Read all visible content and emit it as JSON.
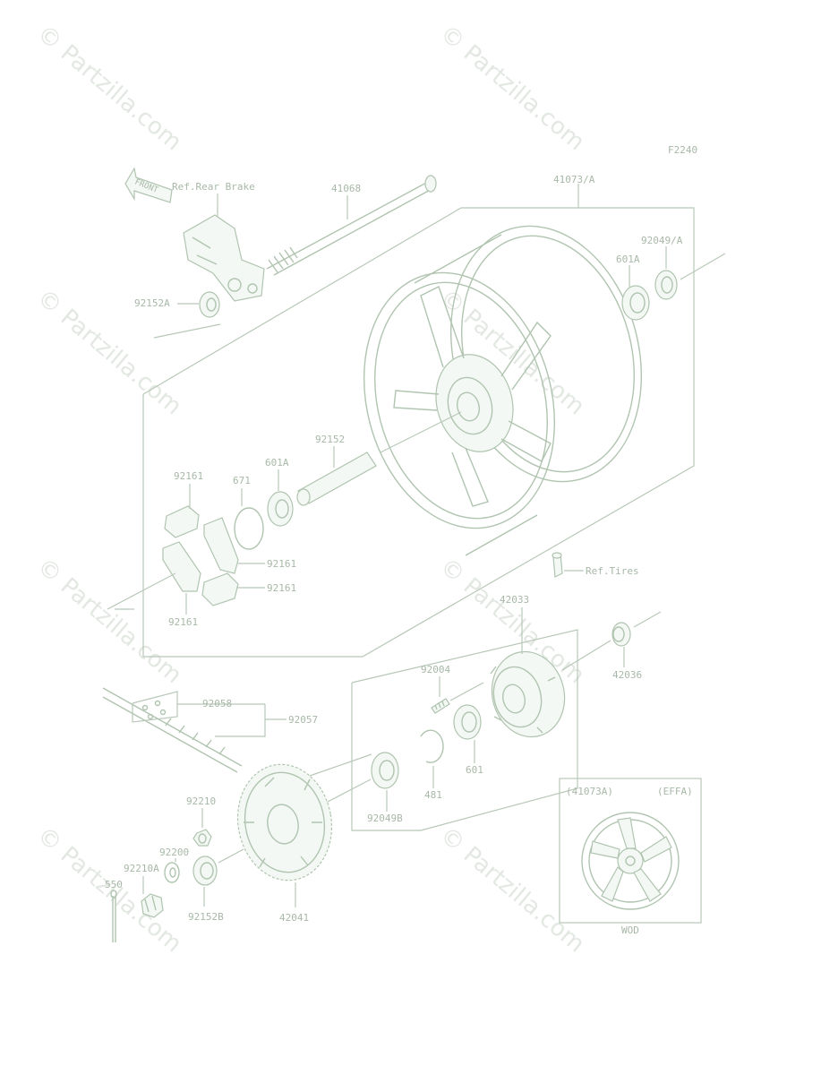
{
  "diagram_code": "F2240",
  "watermark": "© Partzilla.com",
  "front_label": "FRONT",
  "ref_labels": {
    "rear_brake": "Ref.Rear Brake",
    "tires": "Ref.Tires"
  },
  "part_labels": {
    "p41068": "41068",
    "p41073a": "41073/A",
    "p92049a": "92049/A",
    "p601a_top": "601A",
    "p92152a": "92152A",
    "p92152": "92152",
    "p601a_mid": "601A",
    "p671": "671",
    "p92161_a": "92161",
    "p92161_b": "92161",
    "p92161_c": "92161",
    "p92161_d": "92161",
    "p42033": "42033",
    "p42036": "42036",
    "p92004": "92004",
    "p92058": "92058",
    "p92057": "92057",
    "p601": "601",
    "p481": "481",
    "p92049b": "92049B",
    "p92210": "92210",
    "p92200": "92200",
    "p92210a": "92210A",
    "p550": "550",
    "p92152b": "92152B",
    "p42041": "42041"
  },
  "inset": {
    "part_ref": "(41073A)",
    "color_code": "(EFFA)",
    "caption": "WOD"
  }
}
